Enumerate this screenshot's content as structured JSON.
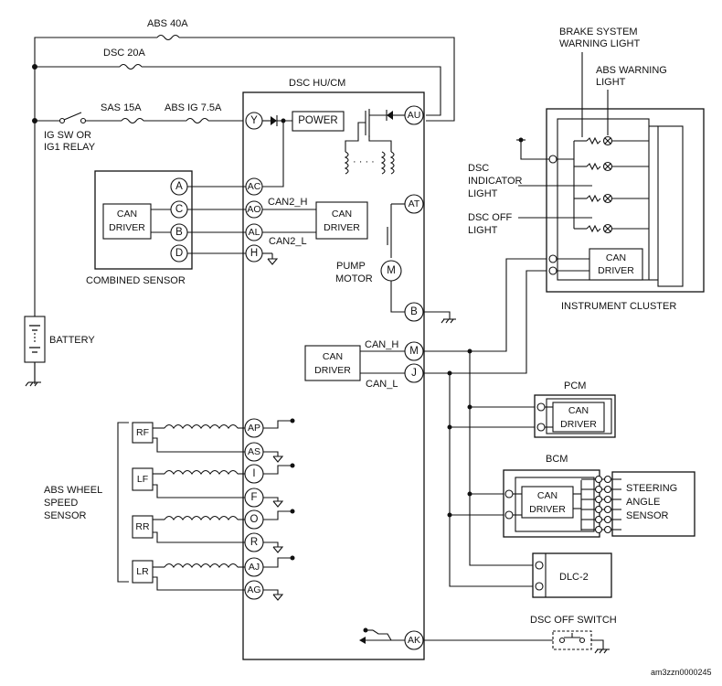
{
  "labels": {
    "abs40a": "ABS 40A",
    "dsc20a": "DSC 20A",
    "sas15a": "SAS 15A",
    "absig75a": "ABS IG 7.5A",
    "igsw1": "IG SW OR",
    "igsw2": "IG1 RELAY",
    "battery": "BATTERY",
    "combined_sensor": "COMBINED SENSOR",
    "can_driver_1": "CAN",
    "can_driver_2": "DRIVER",
    "dsc_hucm": "DSC HU/CM",
    "power": "POWER",
    "can2_h": "CAN2_H",
    "can2_l": "CAN2_L",
    "pump1": "PUMP",
    "pump2": "MOTOR",
    "motor_symbol": "M",
    "can_h": "CAN_H",
    "can_l": "CAN_L",
    "abs_wheel_1": "ABS WHEEL",
    "abs_wheel_2": "SPEED",
    "abs_wheel_3": "SENSOR",
    "brake_warn_1": "BRAKE SYSTEM",
    "brake_warn_2": "WARNING LIGHT",
    "abs_warn_1": "ABS WARNING",
    "abs_warn_2": "LIGHT",
    "dsc_ind_1": "DSC",
    "dsc_ind_2": "INDICATOR",
    "dsc_ind_3": "LIGHT",
    "dsc_off_1": "DSC OFF",
    "dsc_off_2": "LIGHT",
    "instrument_cluster": "INSTRUMENT CLUSTER",
    "pcm": "PCM",
    "bcm": "BCM",
    "steering_1": "STEERING",
    "steering_2": "ANGLE",
    "steering_3": "SENSOR",
    "dlc2": "DLC-2",
    "dsc_off_switch": "DSC OFF SWITCH",
    "figure_code": "am3zzn0000245",
    "ellipsis": "· · · ·"
  },
  "sensor_pins": [
    "A",
    "C",
    "B",
    "D"
  ],
  "hu_left_pins": [
    "Y",
    "AC",
    "AO",
    "AL",
    "H"
  ],
  "hu_right_pins": [
    "AU",
    "AT",
    "B",
    "M",
    "J",
    "AK"
  ],
  "hu_wheel_pins": [
    "AP",
    "AS",
    "I",
    "F",
    "O",
    "R",
    "AJ",
    "AG"
  ],
  "wheel_sensors": [
    "RF",
    "LF",
    "RR",
    "LR"
  ]
}
